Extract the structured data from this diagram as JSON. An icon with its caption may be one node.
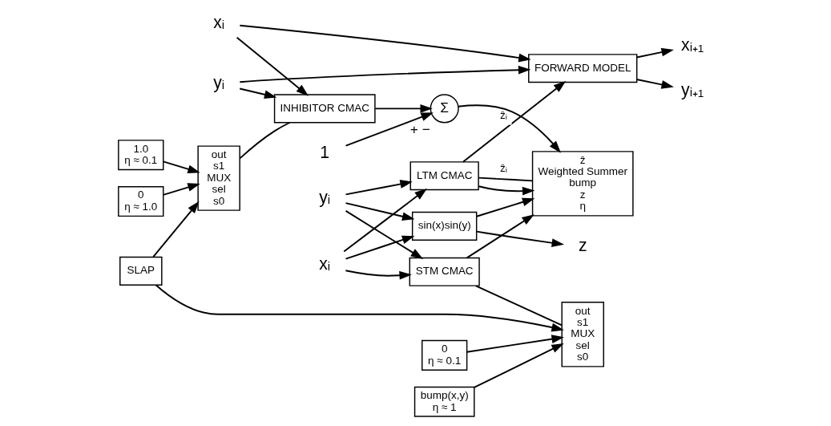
{
  "diagram": {
    "nodes": [
      {
        "text": [
          "xᵢ"
        ]
      },
      {
        "text": [
          "yᵢ"
        ]
      },
      {
        "text": [
          "LTM CMAC"
        ]
      },
      {
        "text": [
          "STM CMAC"
        ]
      },
      {
        "text": [
          "sin(x)sin(y)"
        ]
      },
      {
        "text": [
          "FORWARD MODEL"
        ]
      },
      {
        "text": [
          "xᵢ₊₁"
        ]
      },
      {
        "text": [
          "yᵢ₊₁"
        ]
      },
      {
        "text": [
          "ẑ",
          "Weighted Summer",
          "bump",
          "z",
          "η"
        ]
      },
      {
        "text": [
          "out",
          "s1",
          "MUX",
          "sel",
          "s0"
        ]
      },
      {
        "text": [
          "SLAP"
        ]
      },
      {
        "text": [
          "0",
          "η ≈ 0.1"
        ]
      },
      {
        "text": [
          "bump(x,y)",
          "η ≈ 1"
        ]
      },
      {
        "text": [
          "1"
        ]
      },
      {
        "text": [
          "Σ"
        ],
        "beside": [
          "+",
          "−"
        ]
      },
      {
        "text": [
          "INHIBITOR CMAC"
        ]
      },
      {
        "text": [
          "xᵢ"
        ]
      },
      {
        "text": [
          "yᵢ"
        ]
      },
      {
        "text": [
          "out",
          "s1",
          "MUX",
          "sel",
          "s0"
        ]
      },
      {
        "text": [
          "0",
          "η ≈ 1.0"
        ]
      },
      {
        "text": [
          "1.0",
          "η ≈ 0.1"
        ]
      },
      {
        "text": [
          "z"
        ]
      }
    ],
    "edges": [
      {
        "from": 0,
        "to": 2,
        "arrow": "to"
      },
      {
        "from": 0,
        "to": 3,
        "arrow": "to"
      },
      {
        "from": 0,
        "to": 4,
        "arrow": "to"
      },
      {
        "from": 1,
        "to": 2,
        "arrow": "to"
      },
      {
        "from": 1,
        "to": 3,
        "arrow": "to"
      },
      {
        "from": 1,
        "to": 4,
        "arrow": "to"
      },
      {
        "from": 2,
        "to": 5,
        "arrow": "to",
        "label": "ẑᵢ"
      },
      {
        "from": 2,
        "to": 8,
        "arrow": "to"
      },
      {
        "from": 2,
        "to": 8,
        "arrow": "none",
        "label": "ẑᵢ"
      },
      {
        "from": 3,
        "to": 8,
        "arrow": "to"
      },
      {
        "from": 3,
        "to": 9,
        "arrow": "none"
      },
      {
        "from": 10,
        "to": 9,
        "arrow": "to"
      },
      {
        "from": 10,
        "to": 18,
        "arrow": "to"
      },
      {
        "from": 11,
        "to": 9,
        "arrow": "to"
      },
      {
        "from": 12,
        "to": 9,
        "arrow": "to"
      },
      {
        "from": 4,
        "to": 21,
        "arrow": "to"
      },
      {
        "from": 4,
        "to": 8,
        "arrow": "to"
      },
      {
        "from": 13,
        "to": 14,
        "arrow": "to"
      },
      {
        "from": 14,
        "to": 8,
        "arrow": "to"
      },
      {
        "from": 15,
        "to": 14,
        "arrow": "to"
      },
      {
        "from": 16,
        "to": 15,
        "arrow": "to"
      },
      {
        "from": 17,
        "to": 15,
        "arrow": "to"
      },
      {
        "from": 16,
        "to": 5,
        "arrow": "to"
      },
      {
        "from": 17,
        "to": 5,
        "arrow": "to"
      },
      {
        "from": 18,
        "to": 15,
        "arrow": "none"
      },
      {
        "from": 19,
        "to": 18,
        "arrow": "to"
      },
      {
        "from": 20,
        "to": 18,
        "arrow": "to"
      },
      {
        "from": 5,
        "to": 6,
        "arrow": "to"
      },
      {
        "from": 5,
        "to": 7,
        "arrow": "to"
      }
    ]
  }
}
